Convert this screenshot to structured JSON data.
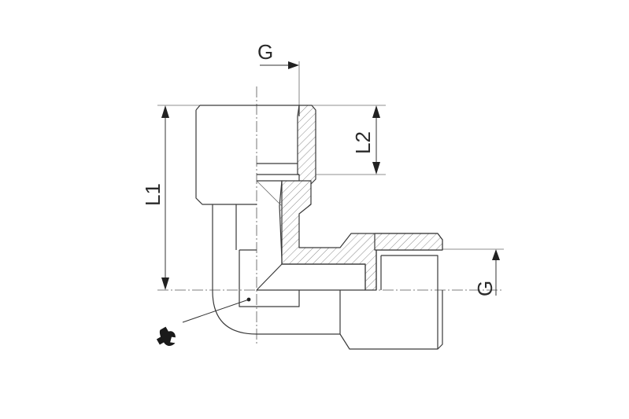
{
  "labels": {
    "g_top": "G",
    "g_right": "G",
    "l1": "L1",
    "l2": "L2"
  },
  "icons": {
    "tool": "wrench-icon"
  },
  "colors": {
    "line": "#3a3a3a",
    "hatch": "#8a8a8a",
    "background": "#ffffff"
  }
}
